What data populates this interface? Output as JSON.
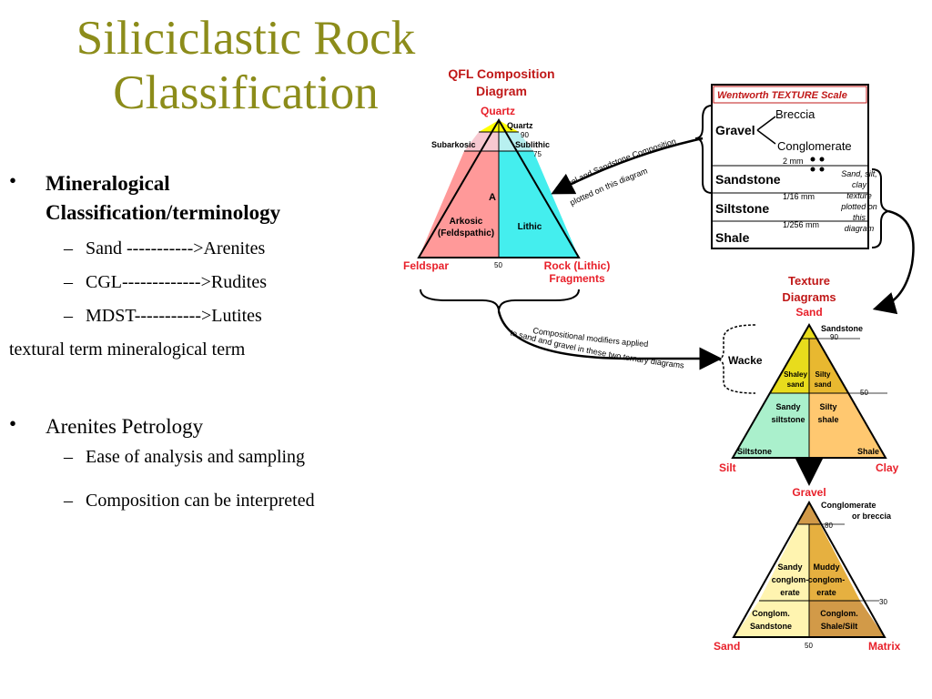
{
  "slide": {
    "title_line1": "Siliciclastic Rock",
    "title_line2": "Classification",
    "bullet1": {
      "symbol": "•",
      "line1": "Mineralogical",
      "line2": "Classification/terminology",
      "subs": [
        {
          "dash": "–",
          "text": "Sand ----------->Arenites"
        },
        {
          "dash": "–",
          "text": "CGL------------->Rudites"
        },
        {
          "dash": "–",
          "text": "MDST----------->Lutites"
        }
      ]
    },
    "terms_line": "textural term   mineralogical term",
    "bullet2": {
      "symbol": "•",
      "text": "Arenites Petrology",
      "subs": [
        {
          "dash": "–",
          "text": "Ease of analysis and sampling"
        },
        {
          "dash": "–",
          "text": "Composition can be interpreted"
        }
      ]
    }
  },
  "qfl": {
    "title_line1": "QFL Composition",
    "title_line2": "Diagram",
    "apex_top": "Quartz",
    "apex_top_inner": "Quartz",
    "subarkosic": "Subarkosic",
    "sublithic": "Sublithic",
    "tick_90": "90",
    "tick_75": "75",
    "field_a": "A",
    "arkosic_line1": "Arkosic",
    "arkosic_line2": "(Feldspathic)",
    "lithic": "Lithic",
    "left_label": "Feldspar",
    "bottom_tick": "50",
    "right_label_line1": "Rock (Lithic)",
    "right_label_line2": "Fragments",
    "arrow_note_line1": "Gravel and Sandstone Composition",
    "arrow_note_line2": "plotted on this diagram",
    "colors": {
      "quartz": "#ffff00",
      "subarkosic": "#f7c8d0",
      "sublithic": "#b8f0f0",
      "arkosic": "#ff9999",
      "lithic": "#44eeee",
      "label_red": "#e8202a"
    }
  },
  "wentworth": {
    "title": "Wentworth TEXTURE Scale",
    "gravel": "Gravel",
    "breccia": "Breccia",
    "conglomerate": "Conglomerate",
    "mm2": "2 mm",
    "sandstone": "Sandstone",
    "mm16": "1/16 mm",
    "siltstone": "Siltstone",
    "mm256": "1/256 mm",
    "shale": "Shale",
    "note_lines": [
      "Sand, silt,",
      "clay",
      "texture",
      "plotted on",
      "this",
      "diagram"
    ]
  },
  "modifiers_note": {
    "line1": "Compositional modifiers applied",
    "line2": "to sand and gravel in these two ternary diagrams"
  },
  "texture_diagrams": {
    "title_line1": "Texture",
    "title_line2": "Diagrams",
    "sand_diagram": {
      "apex": "Sand",
      "sandstone": "Sandstone",
      "tick_90": "90",
      "tick_50": "50",
      "wacke": "Wacke",
      "shaley_sand": [
        "Shaley",
        "sand"
      ],
      "silty_sand": [
        "Silty",
        "sand"
      ],
      "sandy_siltstone": [
        "Sandy",
        "siltstone"
      ],
      "silty_shale": [
        "Silty",
        "shale"
      ],
      "siltstone": "Siltstone",
      "shale": "Shale",
      "left": "Silt",
      "right": "Clay"
    },
    "gravel_diagram": {
      "apex": "Gravel",
      "conglomerate_line1": "Conglomerate",
      "conglomerate_line2": "or breccia",
      "tick_80": "80",
      "tick_30": "30",
      "tick_50": "50",
      "sandy_cong": [
        "Sandy",
        "conglom-",
        "erate"
      ],
      "muddy_cong": [
        "Muddy",
        "conglom-",
        "erate"
      ],
      "cong_sandstone": [
        "Conglom.",
        "Sandstone"
      ],
      "cong_shale": [
        "Conglom.",
        "Shale/Silt"
      ],
      "left": "Sand",
      "right": "Matrix"
    },
    "colors": {
      "yellow": "#e8dc1c",
      "green": "#aaf0cc",
      "orange": "#ffc870",
      "ochre": "#e6b040",
      "cream": "#fff4b0",
      "brown": "#d29a48"
    }
  }
}
